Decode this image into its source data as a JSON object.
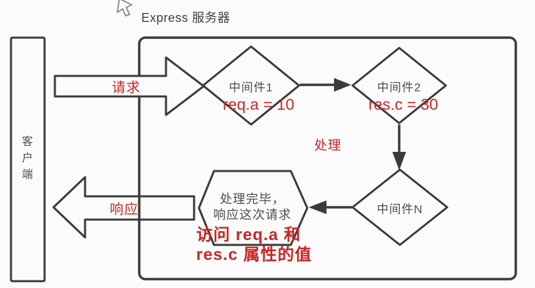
{
  "title": "Express 服务器",
  "cursor": "mouse-pointer",
  "client": {
    "label": "客户端"
  },
  "labels": {
    "request": "请求",
    "response": "响应",
    "process": "处理"
  },
  "middlewares": [
    {
      "label": "中间件1",
      "annotation": "req.a = 10"
    },
    {
      "label": "中间件2",
      "annotation": "res.c = 30"
    },
    {
      "label": "中间件N",
      "annotation": ""
    }
  ],
  "finish": {
    "line1": "处理完毕，",
    "line2": "响应这次请求"
  },
  "note": {
    "line1": "访问 req.a 和",
    "line2": "res.c 属性的值"
  },
  "colors": {
    "line": "#3b3b3b",
    "accent_red": "#cd2424",
    "gray_text": "#4d4d4d",
    "background": "#fbfbfb"
  }
}
